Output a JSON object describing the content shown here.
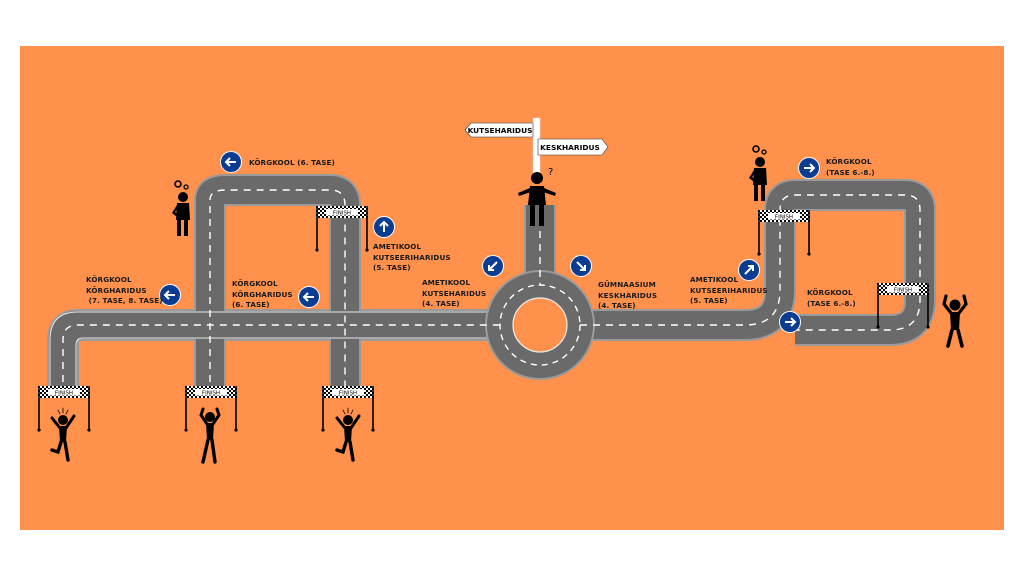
{
  "colors": {
    "background": "#FF914D",
    "road": "#6b6b6b",
    "road_edge": "#8c8c8c",
    "lane_mark": "#ffffff",
    "sign_blue": "#0a3d91",
    "figure": "#000000"
  },
  "crossroads_signpost": {
    "left_sign": "KUTSEHARIDUS",
    "right_sign": "KESKHARIDUS",
    "figure_symbol": "?"
  },
  "finish_label": "FINISH",
  "labels": {
    "korgkool_6_top": "KÕRGKOOL (6. TASE)",
    "korgkool_7_8": "KÕRGKOOL\nKÕRGHARIDUS\n (7. TASE, 8. TASE)",
    "korgkool_6_mid": "KÕRGKOOL\nKÕRGHARIDUS\n(6. TASE)",
    "ametikool_5_left": "AMETIKOOL\nKUTSEERIHARIDUS\n(5. TASE)",
    "ametikool_4": "AMETIKOOL\nKUTSEHARIDUS\n(4. TASE)",
    "gumnaasium_4": "GÜMNAASIUM\nKESKHARIDUS\n(4. TASE)",
    "ametikool_5_right": "AMETIKOOL\nKUTSEERIHARIDUS\n(5. TASE)",
    "korgkool_6_8_top": "KÕRGKOOL\n(TASE 6.-8.)",
    "korgkool_6_8_bottom": "KÕRGKOOL\n(TASE 6.-8.)"
  },
  "direction_signs": [
    {
      "id": "korgkool-6-top",
      "direction": "left"
    },
    {
      "id": "korgkool-7-8",
      "direction": "left"
    },
    {
      "id": "korgkool-6-mid",
      "direction": "left"
    },
    {
      "id": "ametikool-5-left",
      "direction": "up"
    },
    {
      "id": "ametikool-4",
      "direction": "down-left"
    },
    {
      "id": "gumnaasium-4",
      "direction": "down-right"
    },
    {
      "id": "ametikool-5-right",
      "direction": "up-right"
    },
    {
      "id": "korgkool-6-8-top",
      "direction": "right"
    },
    {
      "id": "korgkool-6-8-bottom",
      "direction": "right"
    }
  ]
}
